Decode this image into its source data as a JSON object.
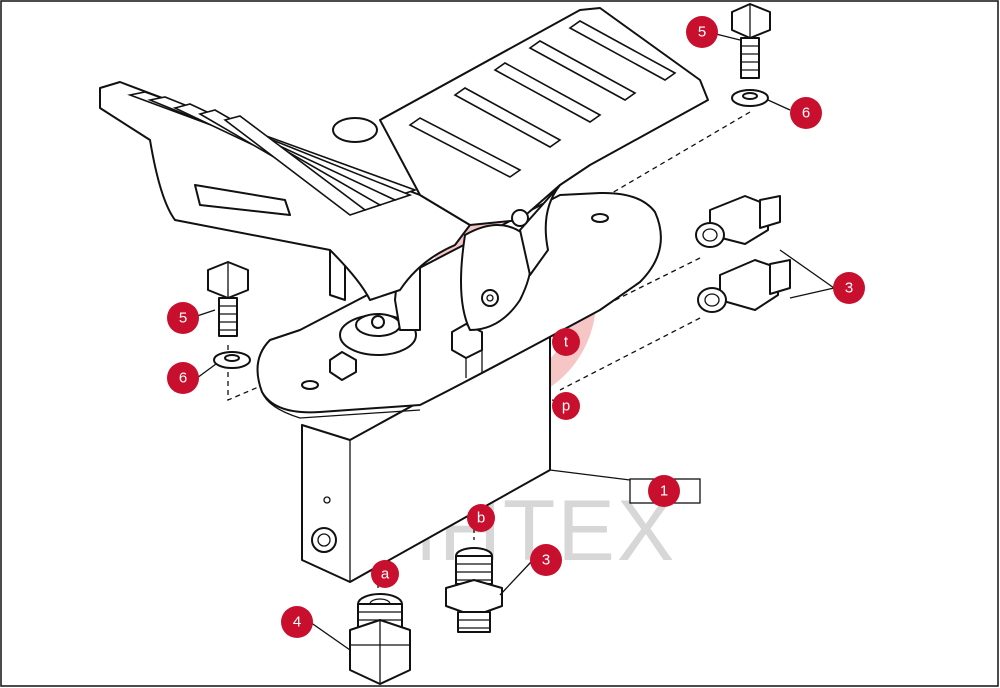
{
  "watermark": {
    "text": "ИНТЕХ",
    "color": "#f3b3b3"
  },
  "accent_color": "#c8102e",
  "callouts": {
    "c1": "1",
    "c3a": "3",
    "c3b": "3",
    "c4": "4",
    "c5a": "5",
    "c5b": "5",
    "c6a": "6",
    "c6b": "6",
    "port_t": "t",
    "port_p": "p",
    "port_a": "a",
    "port_b": "b"
  }
}
